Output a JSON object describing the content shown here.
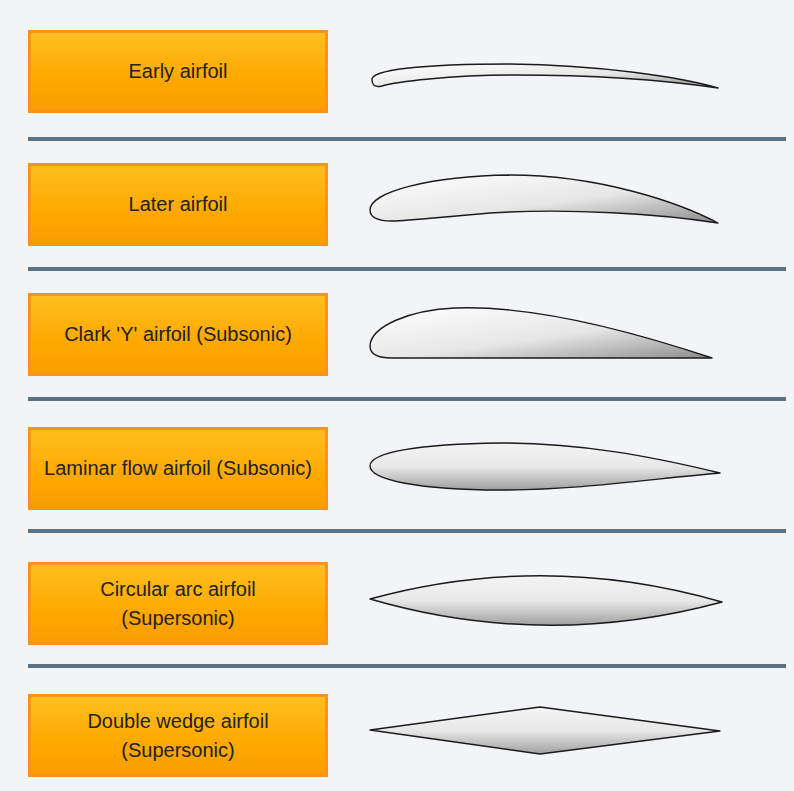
{
  "diagram": {
    "nodes": [
      {
        "text": [
          "Early airfoil"
        ]
      },
      {
        "text": [
          "Later airfoil"
        ]
      },
      {
        "text": [
          "Clark 'Y' airfoil (Subsonic)"
        ]
      },
      {
        "text": [
          "Laminar flow airfoil (Subsonic)"
        ]
      },
      {
        "text": [
          "Circular arc airfoil (Supersonic)"
        ]
      },
      {
        "text": [
          "Double wedge airfoil (Supersonic)"
        ]
      }
    ]
  }
}
